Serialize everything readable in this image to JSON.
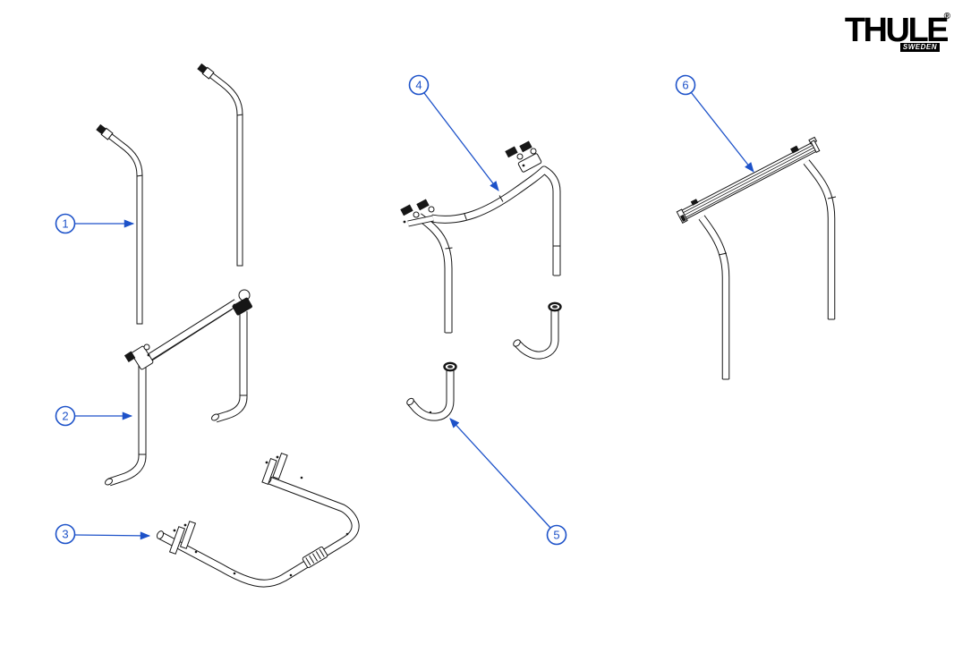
{
  "brand": {
    "wordmark": "THULE",
    "registered": "®",
    "tagline": "SWEDEN",
    "logo_color": "#000000"
  },
  "diagram": {
    "background": "#ffffff",
    "accent_color": "#1d52c9",
    "line_color": "#151515",
    "callouts": [
      {
        "id": "1",
        "label": "1"
      },
      {
        "id": "2",
        "label": "2"
      },
      {
        "id": "3",
        "label": "3"
      },
      {
        "id": "4",
        "label": "4"
      },
      {
        "id": "5",
        "label": "5"
      },
      {
        "id": "6",
        "label": "6"
      }
    ]
  }
}
